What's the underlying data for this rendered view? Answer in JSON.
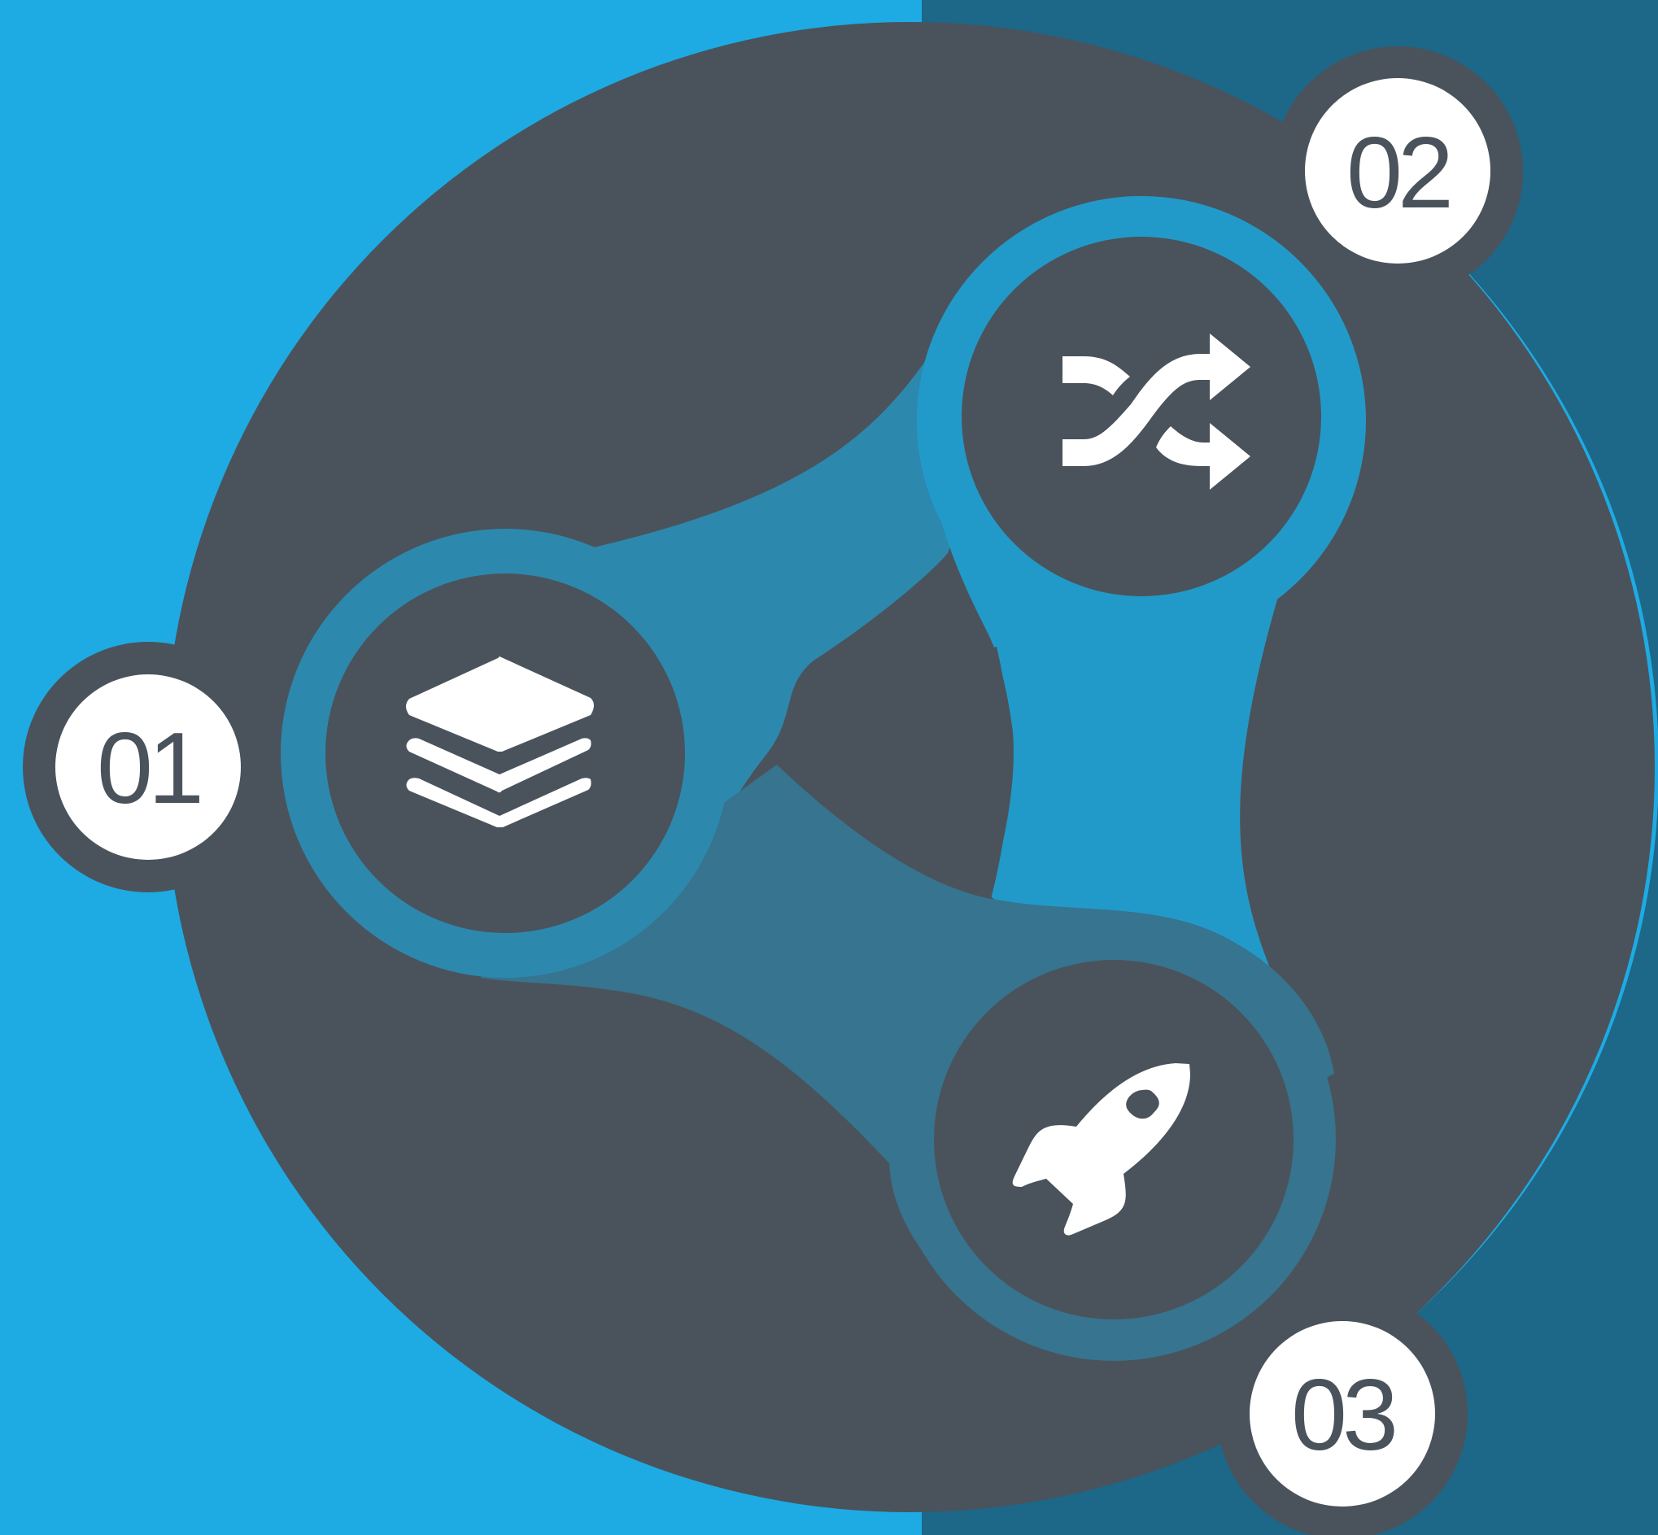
{
  "diagram": {
    "colors": {
      "background_left": "#1eabe3",
      "background_right": "#1d6788",
      "ring": "#1eabe3",
      "disc": "#4a535b",
      "badge_fill": "#ffffff",
      "badge_text": "#4a535b",
      "icon": "#ffffff",
      "node_1_ring": "#2d88ae",
      "node_2_ring": "#229ac9",
      "node_3_ring": "#36748f"
    },
    "steps": [
      {
        "number": "01",
        "icon": "layers-icon"
      },
      {
        "number": "02",
        "icon": "shuffle-icon"
      },
      {
        "number": "03",
        "icon": "rocket-icon"
      }
    ]
  }
}
